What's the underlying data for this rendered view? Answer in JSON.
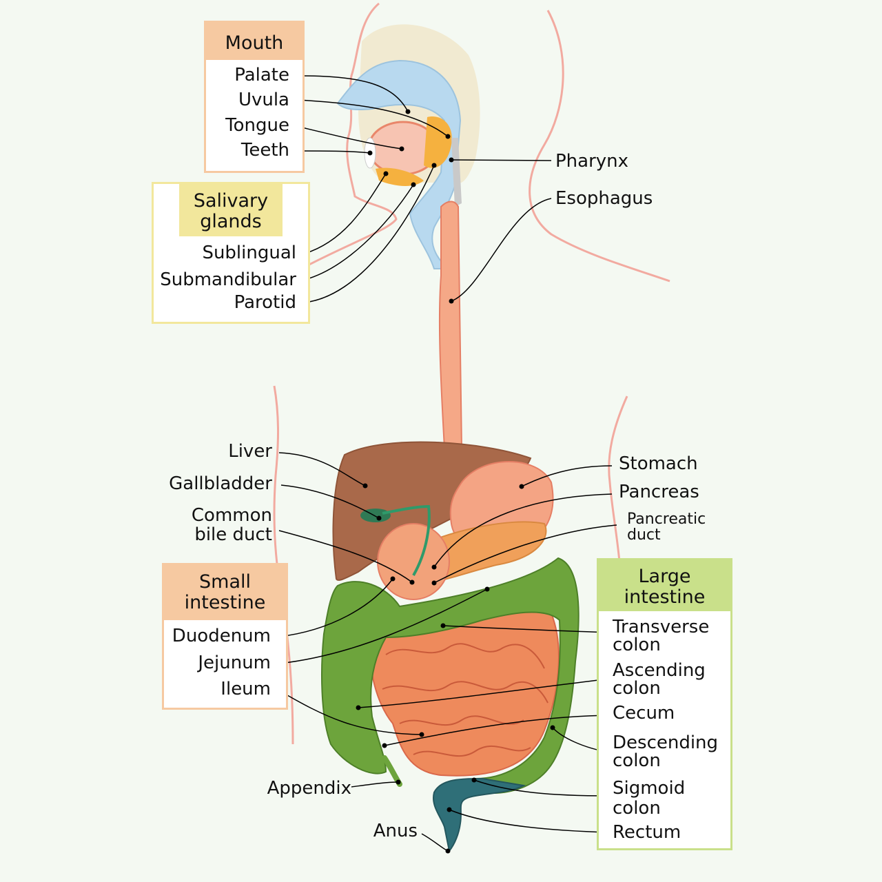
{
  "groups": {
    "mouth": "Mouth",
    "salivary": "Salivary glands",
    "small_intestine": "Small intestine",
    "large_intestine": "Large intestine"
  },
  "labels": {
    "palate": "Palate",
    "uvula": "Uvula",
    "tongue": "Tongue",
    "teeth": "Teeth",
    "sublingual": "Sublingual",
    "submandibular": "Submandibular",
    "parotid": "Parotid",
    "pharynx": "Pharynx",
    "esophagus": "Esophagus",
    "liver": "Liver",
    "gallbladder": "Gallbladder",
    "common_bile_duct": "Common bile duct",
    "stomach": "Stomach",
    "pancreas": "Pancreas",
    "pancreatic_duct": "Pancreatic duct",
    "duodenum": "Duodenum",
    "jejunum": "Jejunum",
    "ileum": "Ileum",
    "transverse_colon": "Transverse colon",
    "ascending_colon": "Ascending colon",
    "cecum": "Cecum",
    "descending_colon": "Descending colon",
    "sigmoid_colon": "Sigmoid colon",
    "rectum": "Rectum",
    "appendix": "Appendix",
    "anus": "Anus"
  },
  "colors": {
    "background": "#f4f9f2",
    "skin_outline": "#f2aaa0",
    "mouth_header": "#f6c9a1",
    "salivary_header": "#f2e79c",
    "large_header": "#c9e08a",
    "liver": "#a9694a",
    "gallbladder": "#2f7a55",
    "stomach": "#f4a484",
    "pancreas": "#f0a05a",
    "small_intestine": "#ee8a5c",
    "colon": "#6da43c",
    "rectum": "#2f6f78",
    "esophagus": "#f5a887",
    "palate": "#b8d9ef",
    "leader_line": "#000000"
  }
}
